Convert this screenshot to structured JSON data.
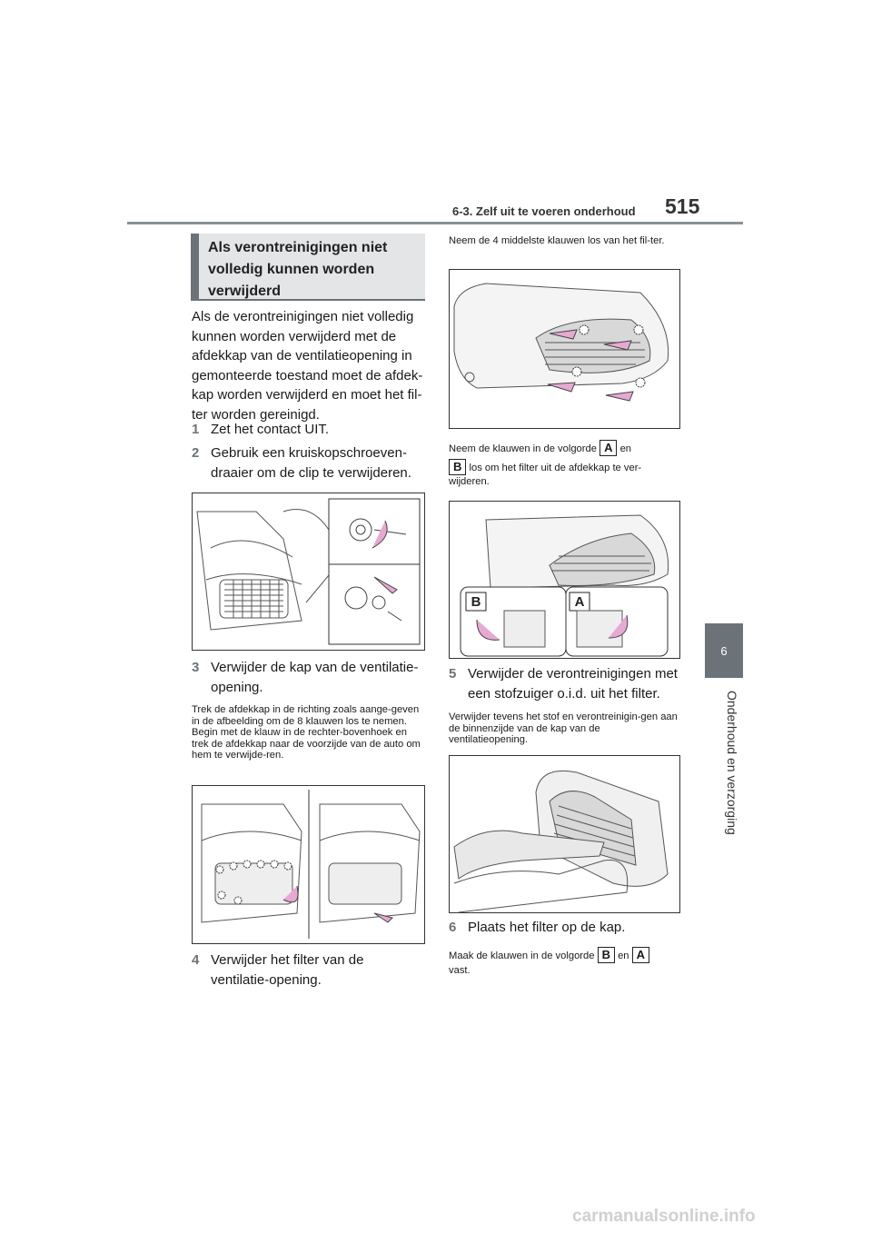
{
  "header": {
    "section": "6-3. Zelf uit te voeren onderhoud",
    "page_number": "515"
  },
  "side_tab": {
    "chapter_number": "6",
    "chapter_title": "Onderhoud en verzorging"
  },
  "left": {
    "heading": "Als verontreinigingen niet volledig kunnen worden verwijderd",
    "intro": "Als de verontreinigingen niet volledig kunnen worden verwijderd met de afdekkap van de ventilatieopening in gemonteerde toestand moet de afdek-kap worden verwijderd en moet het fil-ter worden gereinigd.",
    "steps": [
      {
        "num": "1",
        "text": "Zet het contact UIT."
      },
      {
        "num": "2",
        "text": "Gebruik een kruiskopschroeven-draaier om de clip te verwijderen."
      },
      {
        "num": "3",
        "text": "Verwijder de kap van de ventilatie-opening."
      },
      {
        "num": "4",
        "text": "Verwijder het filter van de ventilatie-opening."
      }
    ],
    "step3_note": "Trek de afdekkap in de richting zoals aange-geven in de afbeelding om de 8 klauwen los te nemen. Begin met de klauw in de rechter-bovenhoek en trek de afdekkap naar de voorzijde van de auto om hem te verwijde-ren."
  },
  "right": {
    "note1": "Neem de 4 middelste klauwen los van het fil-ter.",
    "note2_a": "Neem de klauwen in de volgorde",
    "note2_b": "en",
    "note2_c": "los om het filter uit de afdekkap te ver-wijderen.",
    "label_a": "A",
    "label_b": "B",
    "steps": [
      {
        "num": "5",
        "text": "Verwijder de verontreinigingen met een stofzuiger o.i.d. uit het filter."
      },
      {
        "num": "6",
        "text": "Plaats het filter op de kap."
      }
    ],
    "note3": "Verwijder tevens het stof en verontreinigin-gen aan de binnenzijde van de kap van de ventilatieopening.",
    "note4_a": "Maak de klauwen in de volgorde",
    "note4_b": "en",
    "note4_c": "vast."
  },
  "footer": {
    "watermark": "carmanualsonline.info"
  }
}
